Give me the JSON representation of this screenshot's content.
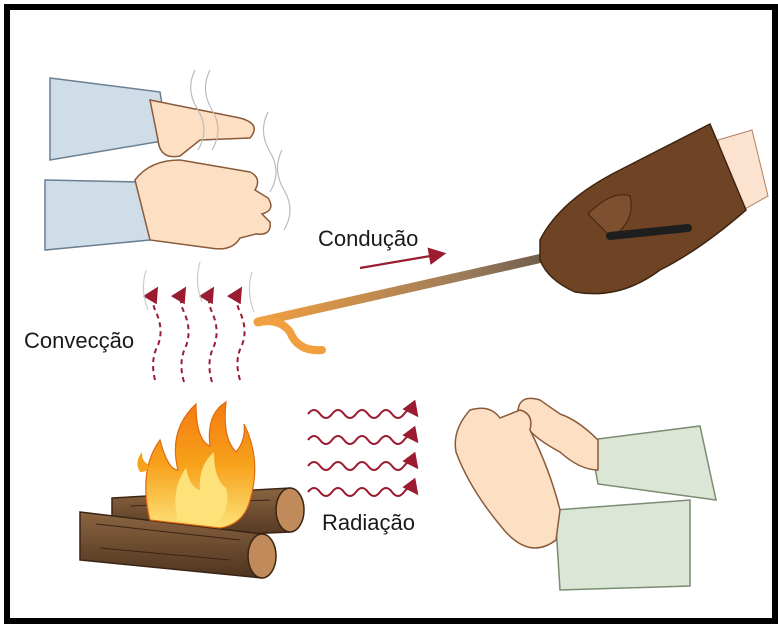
{
  "labels": {
    "conduction": "Condução",
    "convection": "Convecção",
    "radiation": "Radiação"
  },
  "colors": {
    "frame": "#000000",
    "arrow": "#9b1b30",
    "flame_outer": "#f7a21b",
    "flame_inner": "#fde27a",
    "log": "#6b4a2e",
    "glove": "#6e4424",
    "rod_hot": "#f0a040",
    "rod_cold": "#3a3a3a",
    "sleeve_blue": "#cfdde9",
    "sleeve_green": "#dbe6d6",
    "skin": "#fde0c4"
  },
  "icons": [
    "hands-above-fire",
    "glove-holding-rod",
    "hands-near-fire",
    "campfire",
    "logs"
  ]
}
